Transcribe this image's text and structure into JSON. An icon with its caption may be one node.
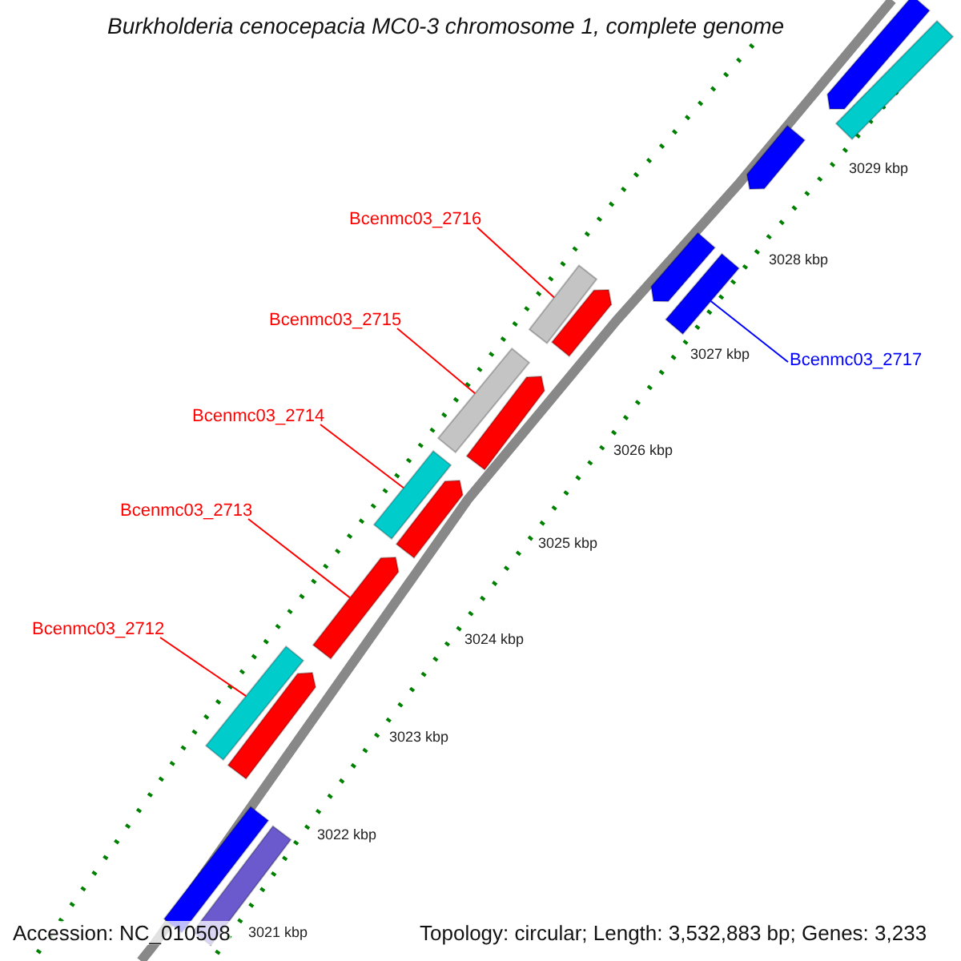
{
  "diagram": {
    "title": "Burkholderia cenocepacia MC0-3 chromosome 1, complete genome",
    "nodes": [
      {
        "text": [
          "Bcenmc03_2716"
        ]
      },
      {
        "text": [],
        "shape": "bar"
      },
      {
        "text": [
          "Bcenmc03_2715"
        ]
      },
      {
        "text": [],
        "shape": "bar"
      },
      {
        "text": [
          "Bcenmc03_2717"
        ]
      },
      {
        "text": [],
        "shape": "bar"
      },
      {
        "text": [
          "Bcenmc03_2714"
        ]
      },
      {
        "text": [],
        "shape": "bar"
      },
      {
        "text": [
          "Bcenmc03_2713"
        ]
      },
      {
        "text": [],
        "shape": "bar"
      },
      {
        "text": [
          "Bcenmc03_2712"
        ]
      },
      {
        "text": [],
        "shape": "bar"
      },
      {
        "text": [],
        "shape": "bar"
      },
      {
        "text": [],
        "shape": "bar"
      },
      {
        "text": [],
        "shape": "bar"
      },
      {
        "text": [],
        "shape": "bar"
      },
      {
        "text": [],
        "shape": "bar"
      },
      {
        "text": [],
        "shape": "bar"
      },
      {
        "text": [],
        "shape": "bar"
      },
      {
        "text": [],
        "shape": "bar"
      },
      {
        "text": [],
        "shape": "bar"
      },
      {
        "text": [],
        "shape": "bar"
      }
    ],
    "edges": [
      {
        "from": 0,
        "to": 1,
        "arrow": "none"
      },
      {
        "from": 2,
        "to": 3,
        "arrow": "none"
      },
      {
        "from": 4,
        "to": 5,
        "arrow": "none",
        "color": "#0000ff"
      },
      {
        "from": 6,
        "to": 7,
        "arrow": "none"
      },
      {
        "from": 8,
        "to": 9,
        "arrow": "none"
      },
      {
        "from": 10,
        "to": 11,
        "arrow": "none"
      }
    ],
    "labels": [
      "3029 kbp",
      "3028 kbp",
      "3027 kbp",
      "3026 kbp",
      "3025 kbp",
      "3024 kbp",
      "3023 kbp",
      "3022 kbp",
      "3021 kbp",
      "Accession: NC_010508",
      "Topology: circular; Length: 3,532,883 bp; Genes: 3,233"
    ]
  }
}
